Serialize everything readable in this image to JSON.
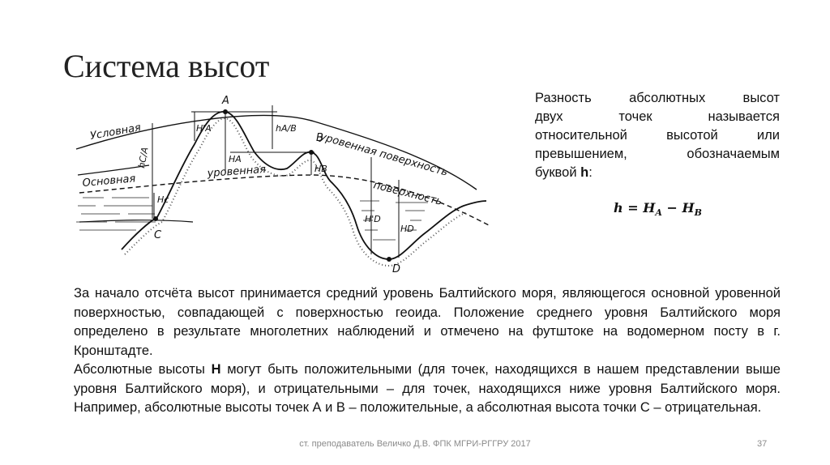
{
  "slide": {
    "title": "Система высот"
  },
  "diagram": {
    "labels": {
      "surface_conditional": "Условная",
      "surface_main": "Основная",
      "level_surface_1": "уровенная поверхность",
      "level_surface_2": "уровенная",
      "level_surface_3": "поверхность",
      "point_a": "A",
      "point_b": "B",
      "point_c": "C",
      "point_d": "D",
      "h_a_prime": "H'A",
      "h_a": "HA",
      "h_ab": "hA/B",
      "h_b": "HB",
      "h_ca": "hC/A",
      "h_c": "Hc",
      "h_d_prime": "H'D",
      "h_d": "HD"
    }
  },
  "definition": {
    "line1": "Разность абсолютных высот",
    "line2": "двух точек называется",
    "line3": "относительной высотой или",
    "line4": "превышением, обозначаемым",
    "line5": "буквой",
    "letter": "h",
    "line5_end": ":"
  },
  "formula": {
    "lhs": "h",
    "eq": "=",
    "h": "H",
    "a": "A",
    "minus": "−",
    "b": "B"
  },
  "body": {
    "p1": "За начало отсчёта высот принимается средний уровень Балтийского моря, являющегося основной уровенной поверхностью, совпадающей с поверхностью геоида. Положение среднего уровня Балтийского моря определено в результате многолетних наблюдений и отмечено на футштоке на водомерном посту в г. Кронштадте.",
    "p2_a": "Абсолютные высоты",
    "p2_h": "Н",
    "p2_b": "могут быть положительными (для точек, находящихся в нашем представлении выше уровня Балтийского моря), и отрицательными – для точек, находящихся ниже уровня Балтийского моря. Например, абсолютные высоты точек А и В – положительные, а абсолютная высота точки С – отрицательная."
  },
  "footer": {
    "author": "ст. преподаватель Величко Д.В. ФПК МГРИ-РГГРУ 2017",
    "page": "37"
  }
}
